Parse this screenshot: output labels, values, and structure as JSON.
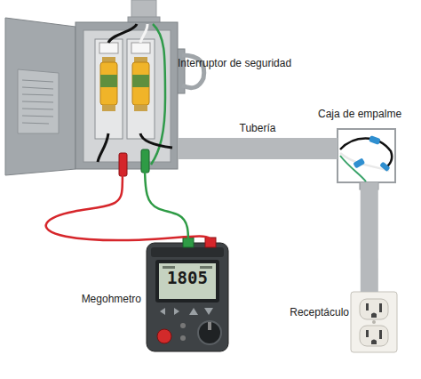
{
  "diagram": {
    "nodes": [
      {
        "text": [
          "Interruptor de seguridad"
        ]
      },
      {
        "text": [
          "Caja de empalme"
        ]
      },
      {
        "text": [
          "Megohmetro",
          "1805"
        ]
      },
      {
        "text": [
          "Receptáculo"
        ]
      }
    ],
    "edges": [
      {
        "from": 0,
        "to": 1,
        "label": "Tubería",
        "arrow": "none"
      },
      {
        "from": 1,
        "to": 3,
        "arrow": "none"
      },
      {
        "from": 2,
        "to": 0,
        "arrow": "none"
      },
      {
        "from": 2,
        "to": 0,
        "arrow": "none"
      }
    ]
  }
}
